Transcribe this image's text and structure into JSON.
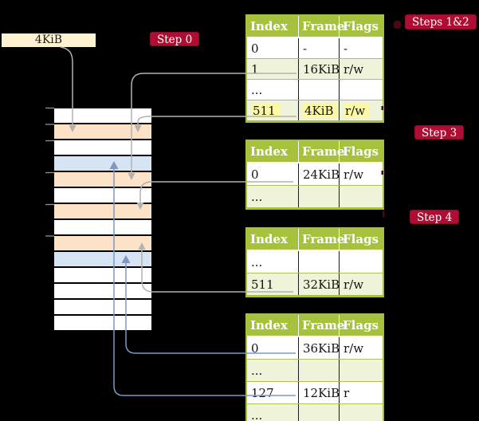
{
  "frame_label": {
    "text": "4KiB"
  },
  "badges": {
    "step0": "Step 0",
    "steps_1_2": "Steps 1&2",
    "step3": "Step 3",
    "step4": "Step 4"
  },
  "table_headers": [
    "Index",
    "Frame",
    "Flags"
  ],
  "page_tables": [
    {
      "name": "table-steps-1-2",
      "rows": [
        {
          "index": "0",
          "frame": "-",
          "flags": "-",
          "shaded": false,
          "highlighted": false
        },
        {
          "index": "1",
          "frame": "16KiB",
          "flags": "r/w",
          "shaded": true,
          "highlighted": false
        },
        {
          "index": "...",
          "frame": "",
          "flags": "",
          "shaded": false,
          "highlighted": false
        },
        {
          "index": "511",
          "frame": "4KiB",
          "flags": "r/w",
          "shaded": true,
          "highlighted": true
        }
      ]
    },
    {
      "name": "table-step-3",
      "rows": [
        {
          "index": "0",
          "frame": "24KiB",
          "flags": "r/w",
          "shaded": false,
          "highlighted": false
        },
        {
          "index": "...",
          "frame": "",
          "flags": "",
          "shaded": true,
          "highlighted": false
        }
      ]
    },
    {
      "name": "table-step-4",
      "rows": [
        {
          "index": "...",
          "frame": "",
          "flags": "",
          "shaded": false,
          "highlighted": false
        },
        {
          "index": "511",
          "frame": "32KiB",
          "flags": "r/w",
          "shaded": true,
          "highlighted": false
        }
      ]
    },
    {
      "name": "table-final",
      "rows": [
        {
          "index": "0",
          "frame": "36KiB",
          "flags": "r/w",
          "shaded": false,
          "highlighted": false
        },
        {
          "index": "...",
          "frame": "",
          "flags": "",
          "shaded": true,
          "highlighted": false
        },
        {
          "index": "127",
          "frame": "12KiB",
          "flags": "r",
          "shaded": false,
          "highlighted": false
        },
        {
          "index": "...",
          "frame": "",
          "flags": "",
          "shaded": true,
          "highlighted": false
        }
      ]
    }
  ],
  "memory_column": {
    "rows": [
      "white",
      "orange",
      "white",
      "blue",
      "orange",
      "white",
      "orange",
      "white",
      "orange",
      "blue",
      "white",
      "white",
      "white",
      "white"
    ]
  },
  "colors": {
    "table_header_green": "#a6c23d",
    "table_row_green": "#eef3da",
    "highlight_yellow": "#fdf8a3",
    "badge_red": "#b00d33",
    "frame_label_cream": "#fdf3d3",
    "memory_orange": "#fce3c7",
    "memory_blue": "#d6e4f3",
    "memory_white": "#ffffff",
    "connector_gray": "#b2b2b2",
    "connector_blue": "#7e97c3"
  }
}
